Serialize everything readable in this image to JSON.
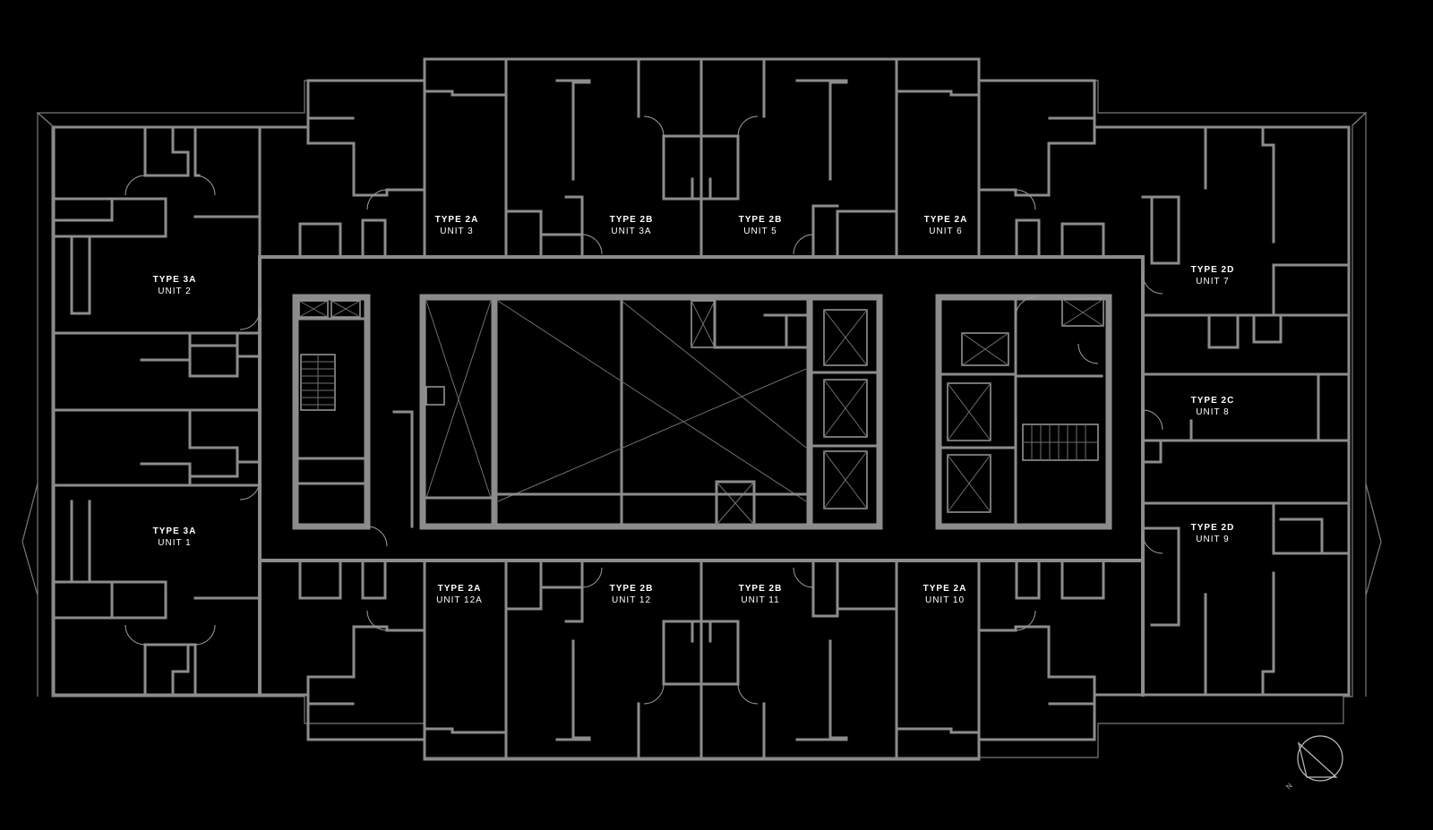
{
  "units": [
    {
      "type": "TYPE 2A",
      "unit": "UNIT 3"
    },
    {
      "type": "TYPE 2B",
      "unit": "UNIT 3A"
    },
    {
      "type": "TYPE 2B",
      "unit": "UNIT 5"
    },
    {
      "type": "TYPE 2A",
      "unit": "UNIT 6"
    },
    {
      "type": "TYPE 3A",
      "unit": "UNIT 2"
    },
    {
      "type": "TYPE 2D",
      "unit": "UNIT 7"
    },
    {
      "type": "TYPE 2C",
      "unit": "UNIT 8"
    },
    {
      "type": "TYPE 3A",
      "unit": "UNIT 1"
    },
    {
      "type": "TYPE 2D",
      "unit": "UNIT 9"
    },
    {
      "type": "TYPE 2A",
      "unit": "UNIT 12A"
    },
    {
      "type": "TYPE 2B",
      "unit": "UNIT 12"
    },
    {
      "type": "TYPE 2B",
      "unit": "UNIT 11"
    },
    {
      "type": "TYPE 2A",
      "unit": "UNIT 10"
    }
  ],
  "compass": {
    "label": "N"
  },
  "colors": {
    "background": "#000000",
    "walls": "#8c8c8c",
    "text": "#ffffff"
  }
}
